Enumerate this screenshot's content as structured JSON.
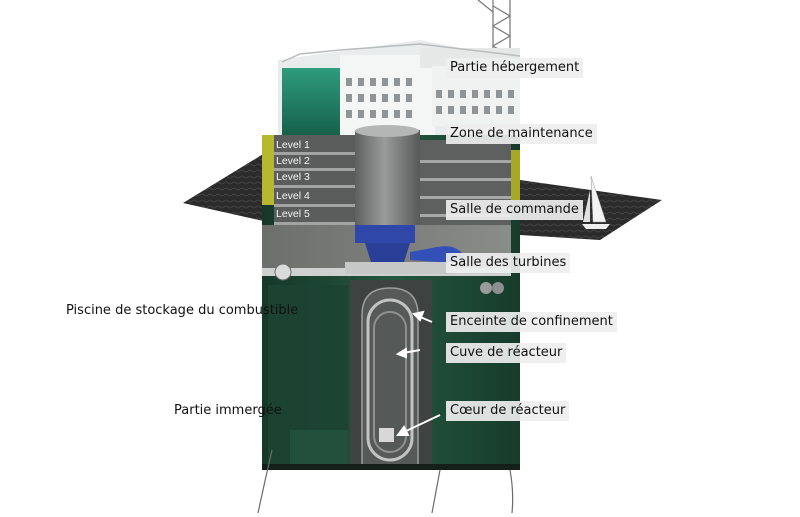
{
  "diagram": {
    "levels": [
      "Level 1",
      "Level 2",
      "Level 3",
      "Level 4",
      "Level 5"
    ],
    "labels": {
      "accommodation": "Partie hébergement",
      "maintenance": "Zone de maintenance",
      "control_room": "Salle de commande",
      "turbine_hall": "Salle des turbines",
      "containment": "Enceinte de confinement",
      "reactor_vessel": "Cuve de réacteur",
      "reactor_core": "Cœur de réacteur",
      "fuel_pool": "Piscine de stockage du combustible",
      "submerged_part": "Partie immergée"
    },
    "colors": {
      "hull_green": "#1f4a38",
      "sea": "#2a2a2a",
      "turbine_blue": "#2f47a8",
      "yellow_trim": "#b8b830",
      "concrete": "#8c8c8c"
    }
  }
}
